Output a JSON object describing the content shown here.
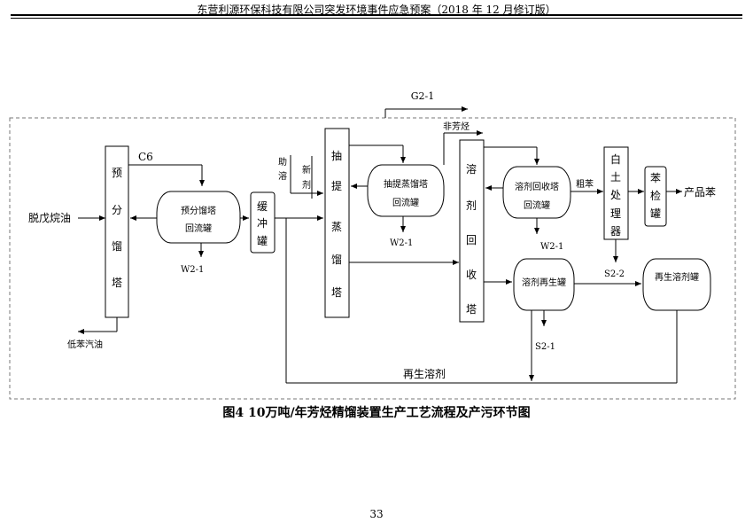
{
  "header": "东营利源环保科技有限公司突发环境事件应急预案（2018 年 12 月修订版）",
  "caption": "图4 10万吨/年芳烃精馏装置生产工艺流程及产污环节图",
  "page_number": "33",
  "labels": {
    "g2_1": "G2-1",
    "feed": "脱戊烷油",
    "c6": "C6",
    "low_benzene": "低苯汽油",
    "prefrac_tower": [
      "预",
      "分",
      "馏",
      "塔"
    ],
    "prefrac_reflux": [
      "预分馏塔",
      "回流罐"
    ],
    "w2_1_a": "W2-1",
    "buffer_tank": [
      "缓",
      "冲",
      "罐"
    ],
    "cosolvent": [
      "助",
      "溶"
    ],
    "new_solvent": [
      "新",
      "剂"
    ],
    "extract_tower": [
      "抽",
      "提",
      "蒸",
      "馏",
      "塔"
    ],
    "non_aromatics": "非芳烃",
    "extract_reflux": [
      "抽提蒸馏塔",
      "回流罐"
    ],
    "w2_1_b": "W2-1",
    "recovery_tower": [
      "溶",
      "剂",
      "回",
      "收",
      "塔"
    ],
    "recovery_reflux": [
      "溶剂回收塔",
      "回流罐"
    ],
    "w2_1_c": "W2-1",
    "crude_benzene": "粗苯",
    "clay_treater": [
      "白",
      "土",
      "处",
      "理",
      "器"
    ],
    "s2_2": "S2-2",
    "benzene_check": [
      "苯",
      "检",
      "罐"
    ],
    "product": "产品苯",
    "regen_tank": "溶剂再生罐",
    "s2_1": "S2-1",
    "regen_solvent_tank": "再生溶剂罐",
    "regen_solvent": "再生溶剂"
  }
}
